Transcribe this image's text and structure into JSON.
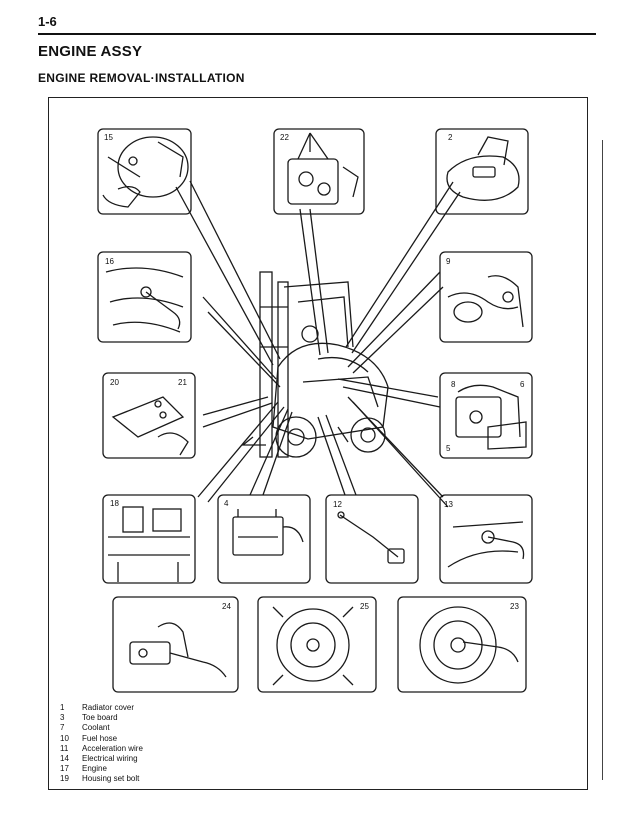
{
  "header": {
    "page_number": "1-6",
    "section_title": "ENGINE ASSY",
    "subsection_title": "ENGINE REMOVAL·INSTALLATION"
  },
  "figure": {
    "callouts": [
      "15",
      "22",
      "2",
      "16",
      "9",
      "20",
      "21",
      "8",
      "6",
      "5",
      "18",
      "4",
      "12",
      "13",
      "24",
      "25",
      "23"
    ]
  },
  "legend": [
    {
      "num": "1",
      "text": "Radiator cover"
    },
    {
      "num": "3",
      "text": "Toe board"
    },
    {
      "num": "7",
      "text": "Coolant"
    },
    {
      "num": "10",
      "text": "Fuel hose"
    },
    {
      "num": "11",
      "text": "Acceleration wire"
    },
    {
      "num": "14",
      "text": "Electrical wiring"
    },
    {
      "num": "17",
      "text": "Engine"
    },
    {
      "num": "19",
      "text": "Housing set bolt"
    }
  ]
}
